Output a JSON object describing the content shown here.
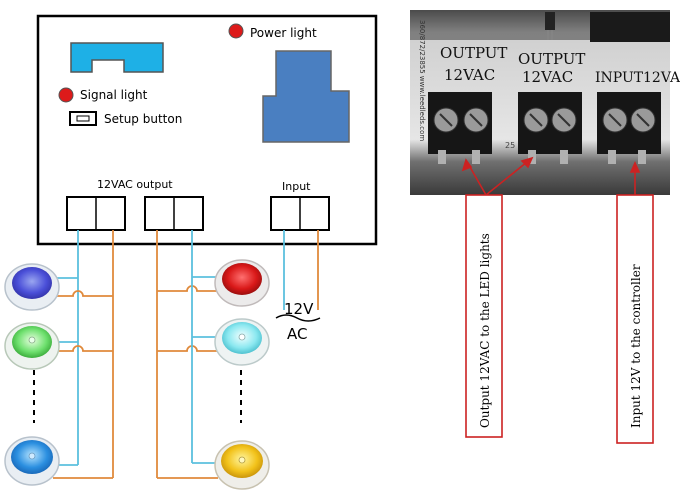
{
  "diagram": {
    "labels": {
      "power_light": "Power light",
      "signal_light": "Signal light",
      "setup_button": "Setup button",
      "output_12vac": "12VAC output",
      "input": "Input",
      "ac_top": "12V",
      "ac_bottom": "AC"
    },
    "photo": {
      "labels": {
        "output1_line1": "OUTPUT",
        "output1_line2": "12VAC",
        "output2_line1": "OUTPUT",
        "output2_line2": "12VAC",
        "input_line1": "INPUT",
        "input_line2": "12VA",
        "terminal_number": "25"
      },
      "pcb_text": "360/872/23855 www.leedleds.com"
    },
    "callouts": {
      "output_note": "Output 12VAC to the LED lights",
      "input_note": "Input 12V to the controller"
    }
  },
  "colors": {
    "wire_blue": "#5bc0de",
    "wire_orange": "#e08a3c",
    "accent_red": "#cc2222",
    "box_blue": "#4a7fc1",
    "box_cyan": "#1eb0e6"
  }
}
